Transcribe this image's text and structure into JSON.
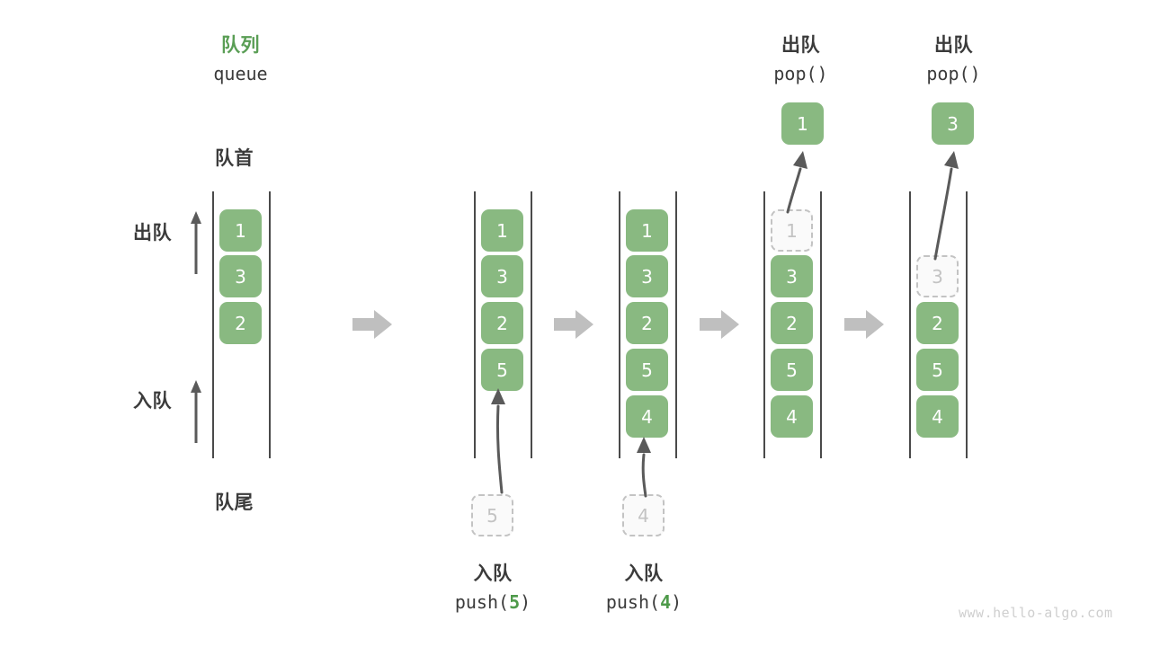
{
  "diagram": {
    "title_cn": "队列",
    "title_en": "queue",
    "front_label": "队首",
    "rear_label": "队尾",
    "dequeue_label": "出队",
    "enqueue_label": "入队",
    "watermark": "www.hello-algo.com",
    "colors": {
      "accent_green": "#89b981",
      "title_green": "#5a9e55",
      "ghost_gray": "#c3c3c3",
      "rail_dark": "#4a4a4a",
      "step_arrow_gray": "#bfbfbf",
      "text_dark": "#3b3b3b",
      "watermark_gray": "#cfcfcf"
    }
  },
  "steps": [
    {
      "id": "initial",
      "cells": [
        "1",
        "3",
        "2"
      ],
      "ghost_top": null,
      "empty_top_slots": 0,
      "incoming": null,
      "caption_cn": null,
      "caption_code": null,
      "popped": null,
      "pop_caption_cn": null,
      "pop_caption_code": null
    },
    {
      "id": "push-5",
      "cells": [
        "1",
        "3",
        "2",
        "5"
      ],
      "ghost_top": null,
      "empty_top_slots": 0,
      "incoming": "5",
      "caption_cn": "入队",
      "caption_code": "push(5)",
      "caption_code_prefix": "push(",
      "caption_code_value": "5",
      "caption_code_suffix": ")",
      "popped": null,
      "pop_caption_cn": null,
      "pop_caption_code": null
    },
    {
      "id": "push-4",
      "cells": [
        "1",
        "3",
        "2",
        "5",
        "4"
      ],
      "ghost_top": null,
      "empty_top_slots": 0,
      "incoming": "4",
      "caption_cn": "入队",
      "caption_code": "push(4)",
      "caption_code_prefix": "push(",
      "caption_code_value": "4",
      "caption_code_suffix": ")",
      "popped": null,
      "pop_caption_cn": null,
      "pop_caption_code": null
    },
    {
      "id": "pop-1",
      "cells": [
        "3",
        "2",
        "5",
        "4"
      ],
      "ghost_top": "1",
      "empty_top_slots": 0,
      "incoming": null,
      "caption_cn": null,
      "caption_code": null,
      "popped": "1",
      "pop_caption_cn": "出队",
      "pop_caption_code": "pop()"
    },
    {
      "id": "pop-3",
      "cells": [
        "2",
        "5",
        "4"
      ],
      "ghost_top": "3",
      "empty_top_slots": 1,
      "incoming": null,
      "caption_cn": null,
      "caption_code": null,
      "popped": "3",
      "pop_caption_cn": "出队",
      "pop_caption_code": "pop()"
    }
  ]
}
